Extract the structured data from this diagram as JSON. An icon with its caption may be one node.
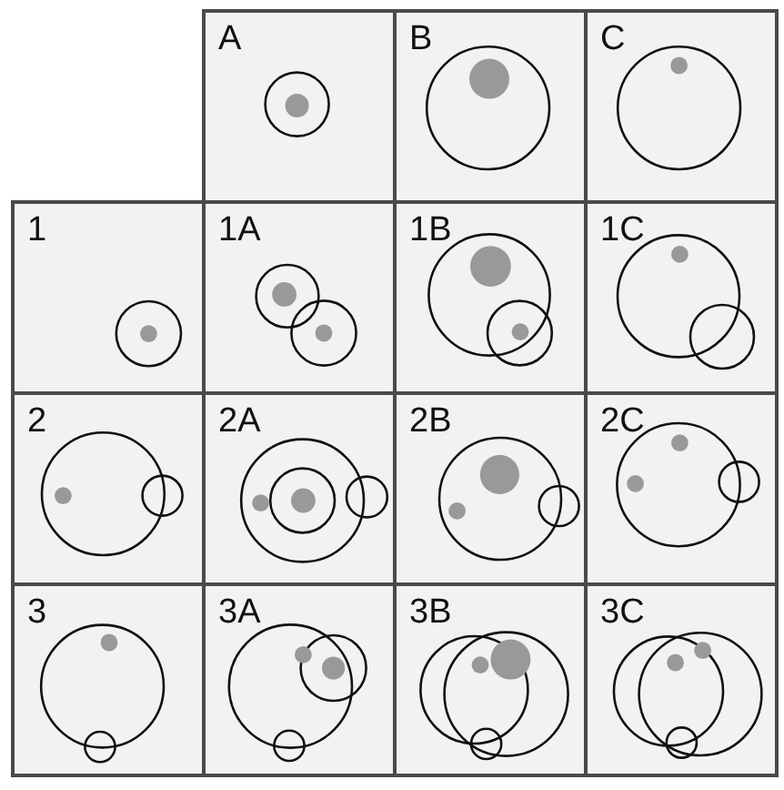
{
  "diagram": {
    "nodes": [
      {
        "text": [
          "A"
        ]
      },
      {
        "text": [
          "B"
        ]
      },
      {
        "text": [
          "C"
        ]
      },
      {
        "text": [
          "1"
        ]
      },
      {
        "text": [
          "1A"
        ]
      },
      {
        "text": [
          "1B"
        ]
      },
      {
        "text": [
          "1C"
        ]
      },
      {
        "text": [
          "2"
        ]
      },
      {
        "text": [
          "2A"
        ]
      },
      {
        "text": [
          "2B"
        ]
      },
      {
        "text": [
          "2C"
        ]
      },
      {
        "text": [
          "3"
        ]
      },
      {
        "text": [
          "3A"
        ]
      },
      {
        "text": [
          "3B"
        ]
      },
      {
        "text": [
          "3C"
        ]
      }
    ]
  }
}
